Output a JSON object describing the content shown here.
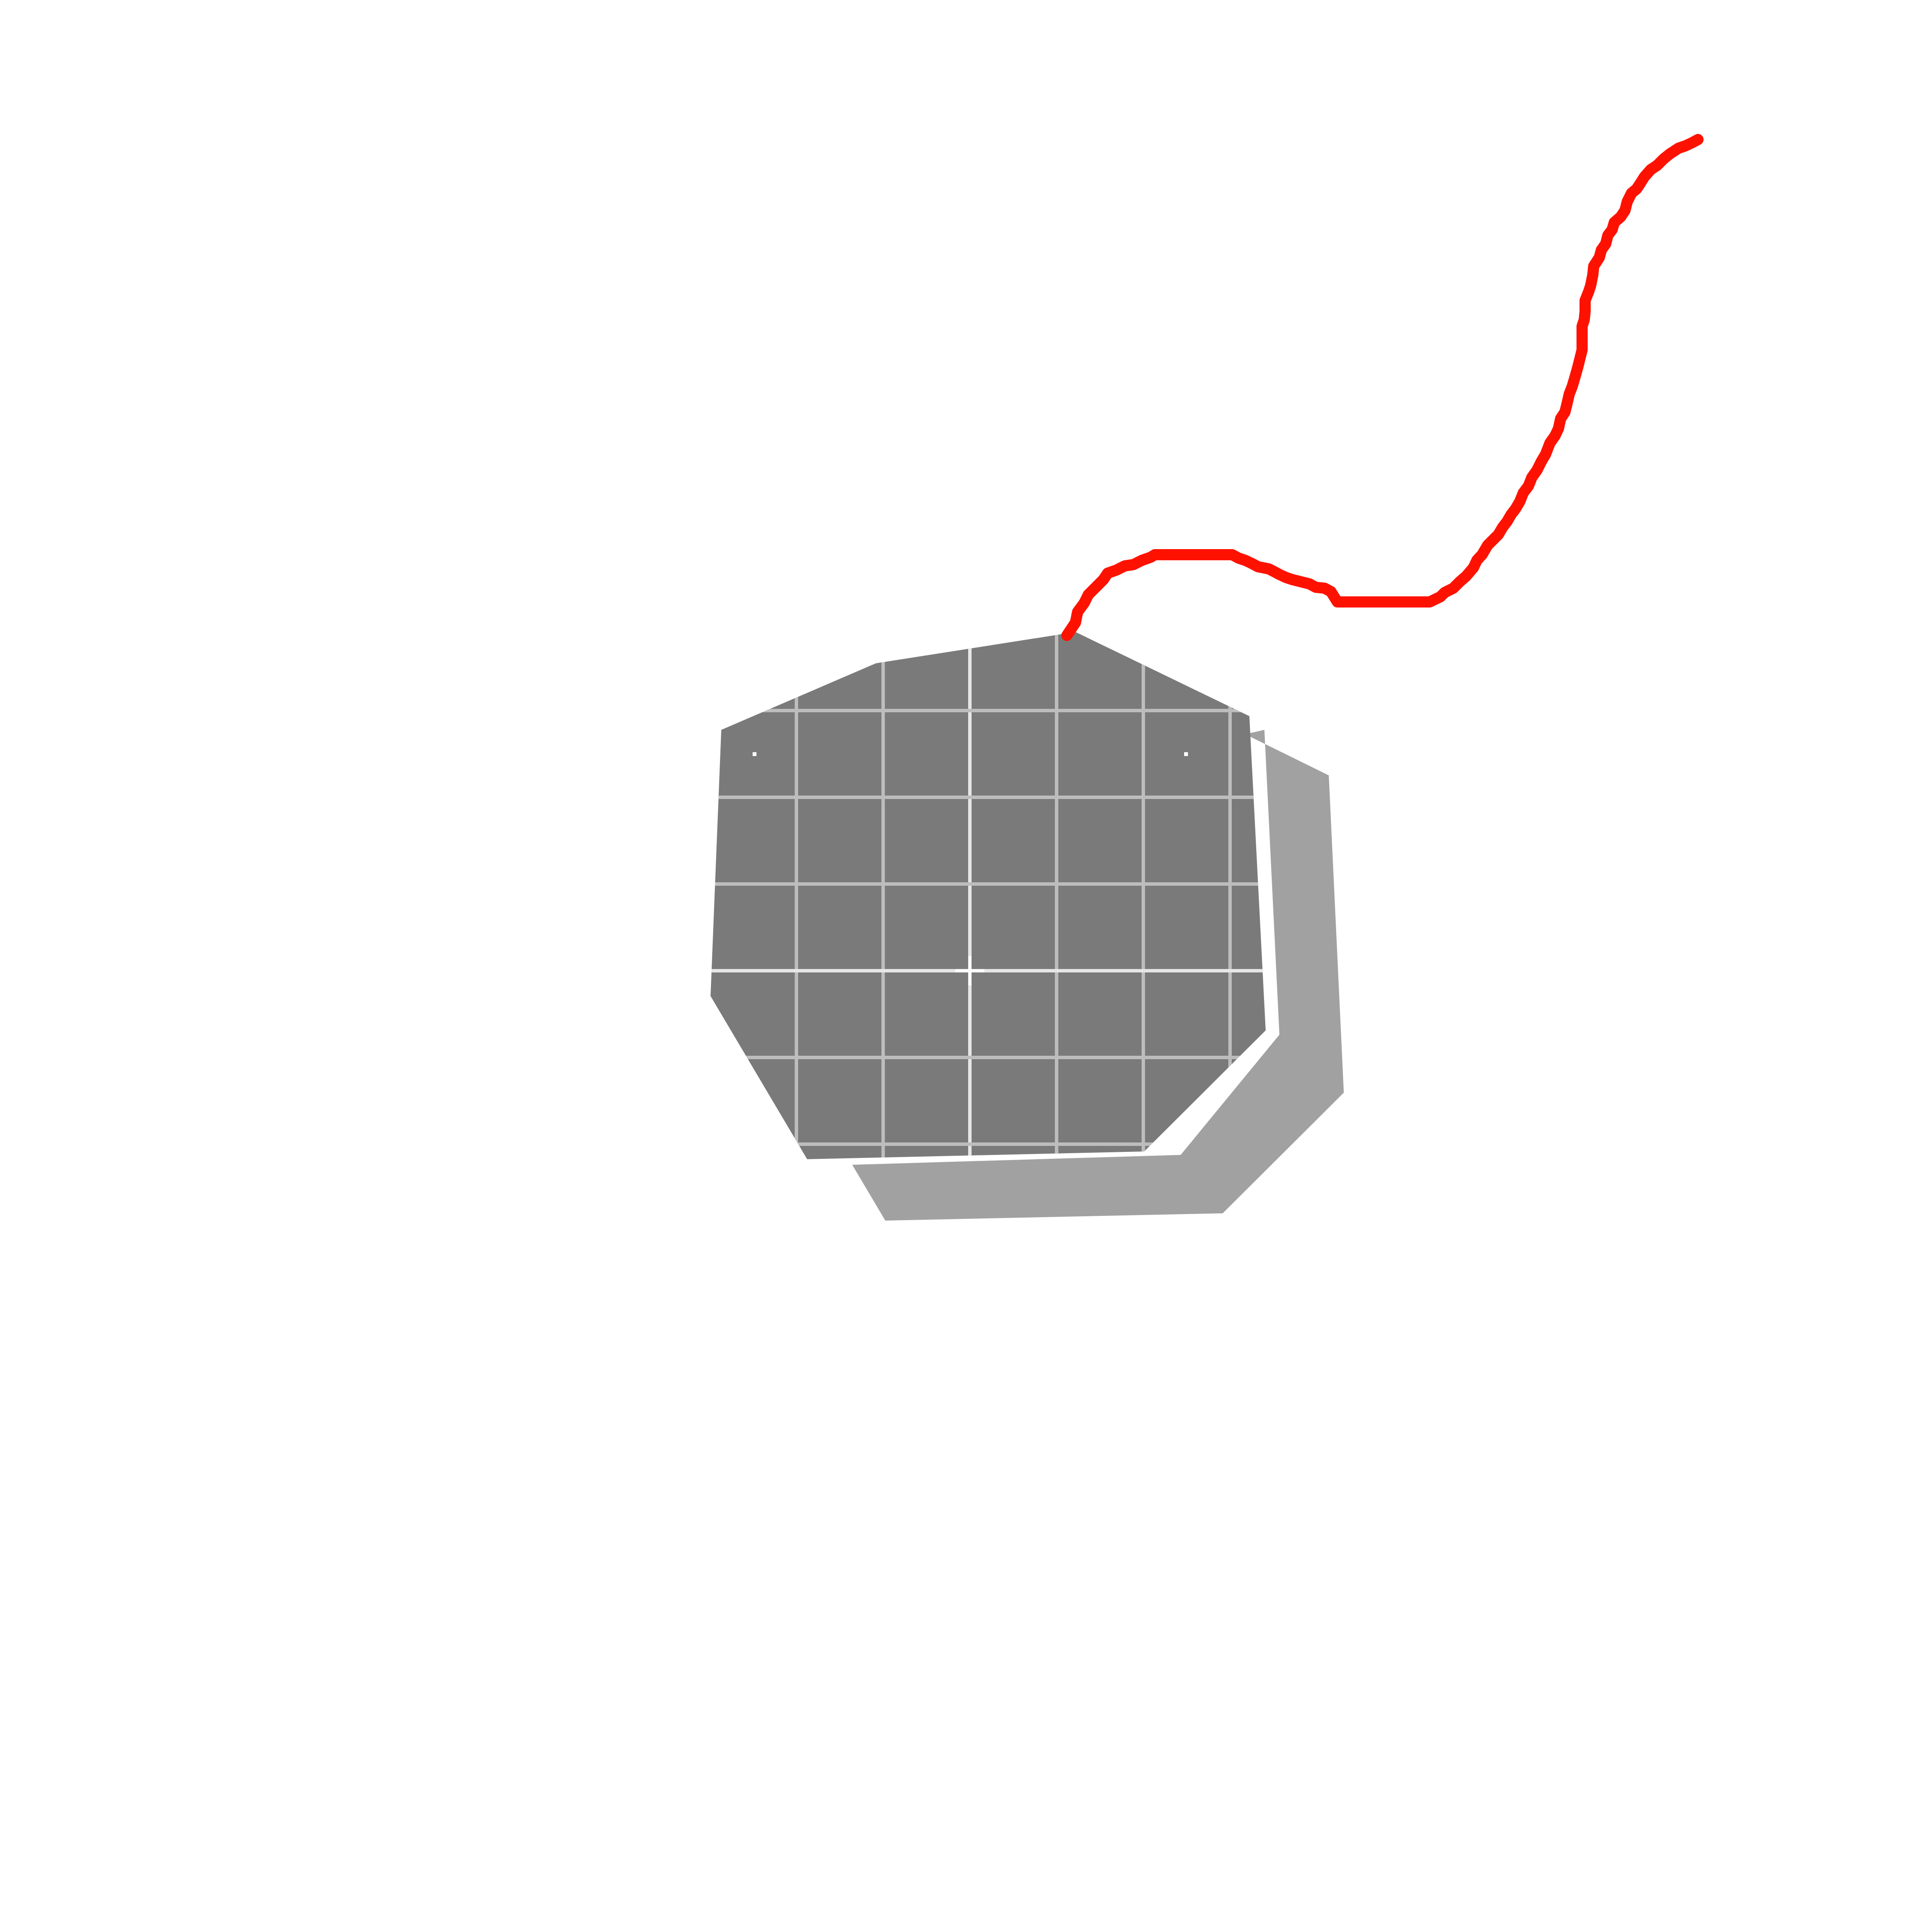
{
  "canvas": {
    "background": "#ffffff"
  },
  "colors": {
    "shadow": "#a1a1a1",
    "shape": "#7a7a7a",
    "grid_line": "#bdbdbd",
    "grid_axis": "#e6e6e6",
    "marker": "#ffffff",
    "stroke": "#ff1100"
  },
  "objects": {
    "shadow": "drop-shadow",
    "shape": "gray-heptagon",
    "grid": "alignment-grid",
    "center_marker": "crosshair-icon",
    "corner_markers": "corner-dot-icon",
    "stroke": "red-freehand-stroke"
  }
}
